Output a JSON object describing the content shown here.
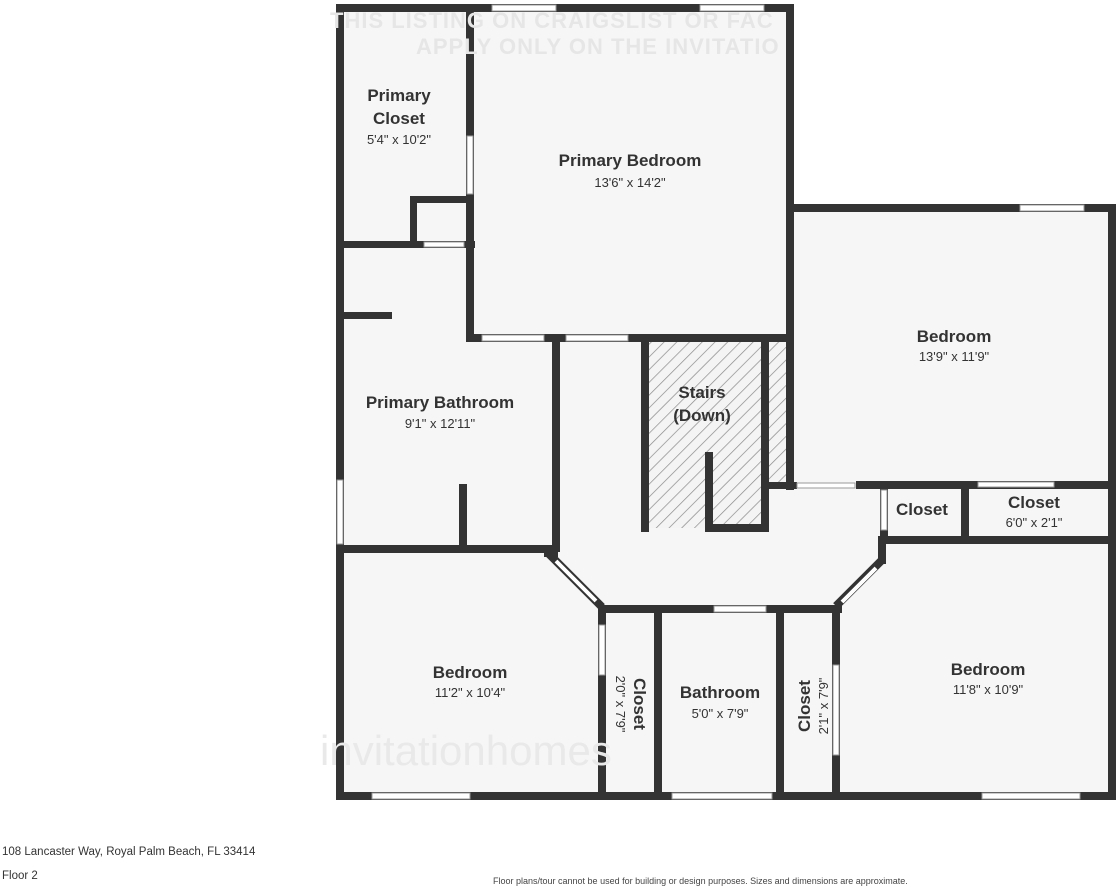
{
  "watermark": {
    "line1": "THIS LISTING ON CRAIGSLIST OR FAC",
    "line2": "APPLY ONLY ON THE INVITATIO",
    "brand": "invitationhomes"
  },
  "rooms": {
    "primary_closet": {
      "name_l1": "Primary",
      "name_l2": "Closet",
      "dims": "5'4\" x 10'2\""
    },
    "primary_bedroom": {
      "name": "Primary Bedroom",
      "dims": "13'6\" x 14'2\""
    },
    "bedroom_ne": {
      "name": "Bedroom",
      "dims": "13'9\" x 11'9\""
    },
    "stairs": {
      "name_l1": "Stairs",
      "name_l2": "(Down)"
    },
    "primary_bathroom": {
      "name": "Primary Bathroom",
      "dims": "9'1\" x 12'11\""
    },
    "closet_small": {
      "name": "Closet"
    },
    "closet_e": {
      "name": "Closet",
      "dims": "6'0\" x 2'1\""
    },
    "bedroom_sw": {
      "name": "Bedroom",
      "dims": "11'2\" x 10'4\""
    },
    "closet_sw": {
      "name": "Closet",
      "dims": "2'0\" x 7'9\""
    },
    "bathroom": {
      "name": "Bathroom",
      "dims": "5'0\" x 7'9\""
    },
    "closet_se": {
      "name": "Closet",
      "dims": "2'1\" x 7'9\""
    },
    "bedroom_se": {
      "name": "Bedroom",
      "dims": "11'8\" x 10'9\""
    }
  },
  "footer": {
    "address": "108 Lancaster Way, Royal Palm Beach, FL 33414",
    "floor": "Floor 2",
    "disclaimer": "Floor plans/tour cannot be used for building or design purposes. Sizes and dimensions are approximate."
  }
}
